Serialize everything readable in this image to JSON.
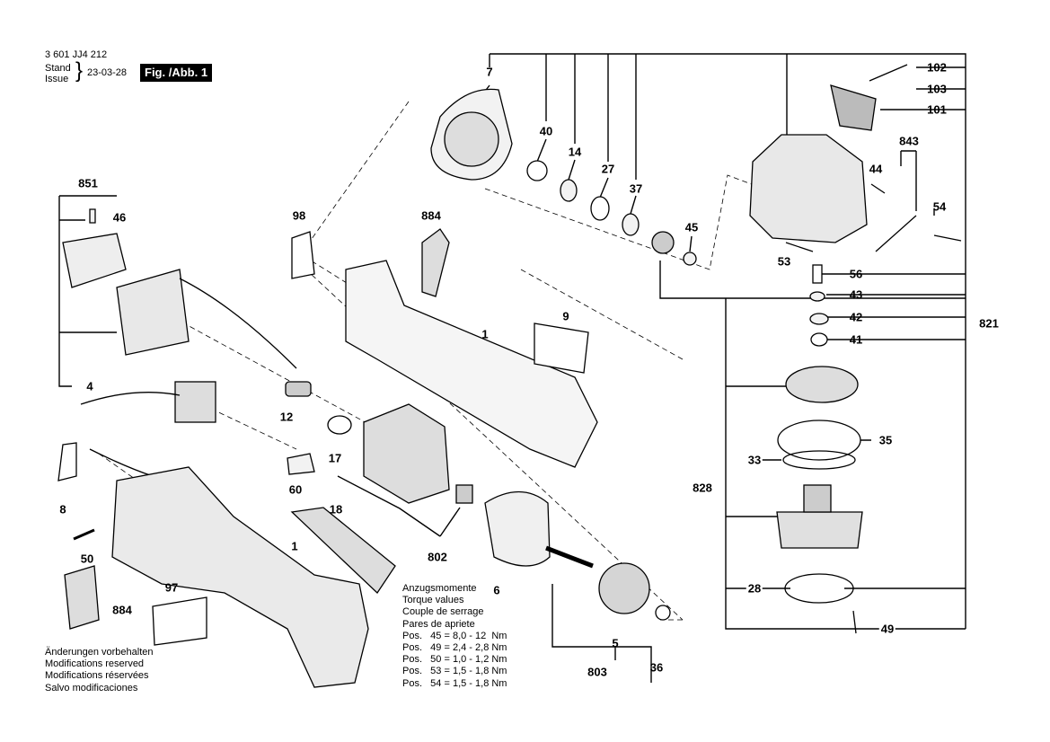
{
  "header": {
    "doc_number": "3 601 JJ4 212",
    "stand_label": "Stand",
    "issue_label": "Issue",
    "brace": "}",
    "date": "23-03-28",
    "figure": "Fig. /Abb. 1"
  },
  "parts": {
    "p7": "7",
    "p40": "40",
    "p14": "14",
    "p27": "27",
    "p37": "37",
    "p45": "45",
    "p102": "102",
    "p103": "103",
    "p101": "101",
    "p843": "843",
    "p44": "44",
    "p54": "54",
    "p53": "53",
    "p56": "56",
    "p43": "43",
    "p42": "42",
    "p41": "41",
    "p821": "821",
    "p35": "35",
    "p33": "33",
    "p828": "828",
    "p28": "28",
    "p49": "49",
    "p851": "851",
    "p46": "46",
    "p98": "98",
    "p884a": "884",
    "p9": "9",
    "p1a": "1",
    "p4": "4",
    "p12": "12",
    "p17": "17",
    "p60": "60",
    "p8": "8",
    "p18": "18",
    "p1b": "1",
    "p50": "50",
    "p802": "802",
    "p6": "6",
    "p97": "97",
    "p884b": "884",
    "p5": "5",
    "p36": "36",
    "p803": "803"
  },
  "torque": {
    "lines": [
      "Anzugsmomente",
      "Torque values",
      "Couple de serrage",
      "Pares de apriete"
    ],
    "rows": [
      "Pos.   45 = 8,0 - 12  Nm",
      "Pos.   49 = 2,4 - 2,8 Nm",
      "Pos.   50 = 1,0 - 1,2 Nm",
      "Pos.   53 = 1,5 - 1,8 Nm",
      "Pos.   54 = 1,5 - 1,8 Nm"
    ]
  },
  "notes": [
    "Änderungen vorbehalten",
    "Modifications reserved",
    "Modifications réservées",
    "Salvo modificaciones"
  ]
}
